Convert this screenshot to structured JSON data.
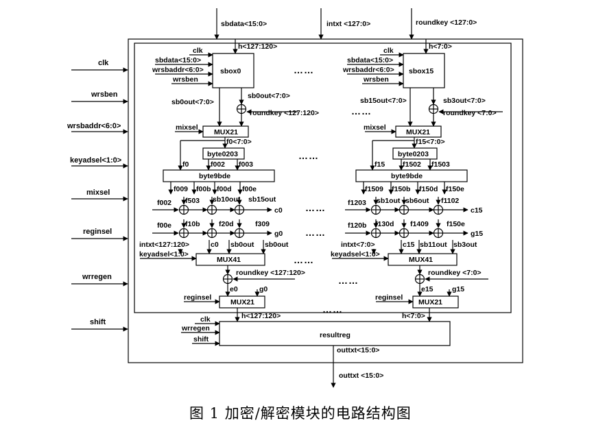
{
  "top_inputs": {
    "sbdata": "sbdata<15:0>",
    "intxt": "intxt <127:0>",
    "roundkey": "roundkey <127:0>"
  },
  "left_inputs": [
    "clk",
    "wrsben",
    "wrsbaddr<6:0>",
    "keyadsel<1:0>",
    "mixsel",
    "reginsel",
    "wrregen",
    "shift"
  ],
  "ellipsis": "……",
  "slice0": {
    "sbox": {
      "name": "sbox0",
      "clk": "clk",
      "sbdata": "sbdata<15:0>",
      "wrsbaddr": "wrsbaddr<6:0>",
      "wrsben": "wrsben",
      "h": "h<127:120>"
    },
    "sbout_right": "sb0out<7:0>",
    "sbout_left": "sb0out<7:0>",
    "roundkey": "roundkey <127:120>",
    "mixsel": "mixsel",
    "mux21": "MUX21",
    "fin": "f0<7:0>",
    "byte0203": "byte0203",
    "b0203_in": "f0",
    "b0203_o1": "f002",
    "b0203_o2": "f003",
    "byte9bde": "byte9bde",
    "row1": [
      "f009",
      "f00b",
      "f00d",
      "f00e"
    ],
    "row2_left": "f002",
    "row2": [
      "f503",
      "sb10out",
      "sb15out"
    ],
    "row2_out": "c0",
    "row3_left": "f00e",
    "row3": [
      "f10b",
      "f20d",
      "f309"
    ],
    "row3_out": "g0",
    "mux41_inputs": [
      "intxt<127:120>",
      "c0",
      "sb0out",
      "sb0out"
    ],
    "keyadsel": "keyadsel<1:0>",
    "mux41": "MUX41",
    "roundkey2": "roundkey <127:120>",
    "e": "e0",
    "g": "g0",
    "reginsel": "reginsel",
    "mux21b": "MUX21",
    "hout": "h<127:120>"
  },
  "slice15": {
    "sbox": {
      "name": "sbox15",
      "clk": "clk",
      "sbdata": "sbdata<15:0>",
      "wrsbaddr": "wrsbaddr<6:0>",
      "wrsben": "wrsben",
      "h": "h<7:0>"
    },
    "sbout_right": "sb3out<7:0>",
    "sbout_left": "sb15out<7:0>",
    "roundkey": "roundkey <7:0>",
    "mixsel": "mixsel",
    "mux21": "MUX21",
    "fin": "f15<7:0>",
    "byte0203": "byte0203",
    "b0203_in": "f15",
    "b0203_o1": "f1502",
    "b0203_o2": "f1503",
    "byte9bde": "byte9bde",
    "row1": [
      "f1509",
      "f150b",
      "f150d",
      "f150e"
    ],
    "row2_left": "f1203",
    "row2": [
      "sb1out",
      "sb6out",
      "f1102"
    ],
    "row2_out": "c15",
    "row3_left": "f120b",
    "row3": [
      "f130d",
      "f1409",
      "f150e"
    ],
    "row3_out": "g15",
    "mux41_inputs": [
      "intxt<7:0>",
      "c15",
      "sb11out",
      "sb3out"
    ],
    "keyadsel": "keyadsel<1:0>",
    "mux41": "MUX41",
    "roundkey2": "roundkey <7:0>",
    "e": "e15",
    "g": "g15",
    "reginsel": "reginsel",
    "mux21b": "MUX21",
    "hout": "h<7:0>"
  },
  "resultreg": {
    "name": "resultreg",
    "clk": "clk",
    "wrregen": "wrregen",
    "shift": "shift",
    "out": "outtxt<15:0>"
  },
  "output": "outtxt <15:0>",
  "caption": "图 1  加密/解密模块的电路结构图"
}
